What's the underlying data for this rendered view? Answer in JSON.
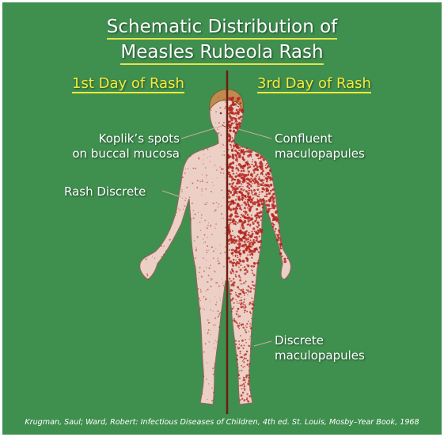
{
  "title": {
    "line1": "Schematic Distribution of",
    "line2": "Measles Rubeola Rash"
  },
  "columns": {
    "left": "1st Day of Rash",
    "right": "3rd Day of Rash"
  },
  "labels": {
    "koplik_line1": "Koplik’s spots",
    "koplik_line2": "on buccal mucosa",
    "rash_discrete": "Rash Discrete",
    "confluent_line1": "Confluent",
    "confluent_line2": "maculopapules",
    "discrete_line1": "Discrete",
    "discrete_line2": "maculopapules"
  },
  "citation": "Krugman, Saul; Ward, Robert: Infectious Diseases of Children, 4th ed. St. Louis, Mosby–Year Book, 1968",
  "colors": {
    "background": "#3f8f4f",
    "title_underline": "#e9e24a",
    "column_heading": "#f4ec3c",
    "skin": "#ecd0c6",
    "rash": "#b3261e",
    "divider": "#6b1e12"
  }
}
